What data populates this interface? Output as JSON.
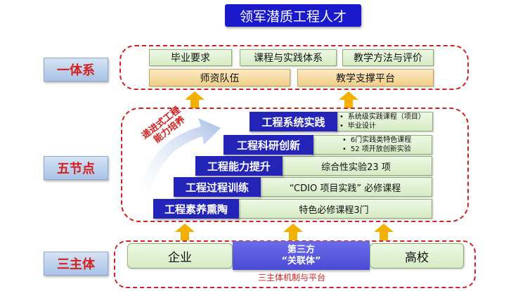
{
  "title": "领军潜质工程人才",
  "tier1": {
    "label": "一体系",
    "row1": [
      "毕业要求",
      "课程与实践体系",
      "教学方法与评价"
    ],
    "row2": [
      "师资队伍",
      "教学支撑平台"
    ]
  },
  "tier2": {
    "label": "五节点",
    "curve_text_line1": "递进式工程",
    "curve_text_line2": "能力培养",
    "steps": [
      {
        "name": "工程素养熏陶",
        "desc": "特色必修课程3门"
      },
      {
        "name": "工程过程训练",
        "desc": "“CDIO 项目实践” 必修课程"
      },
      {
        "name": "工程能力提升",
        "desc": "综合性实验23 项"
      },
      {
        "name": "工程科研创新",
        "desc_items": [
          "6门实践类特色课程",
          "52 项开放创新实验"
        ]
      },
      {
        "name": "工程系统实践",
        "desc_items": [
          "系统级实践课程（项目）",
          "毕业设计"
        ]
      }
    ]
  },
  "tier3": {
    "label": "三主体",
    "left": "企业",
    "middle_line1": "第三方",
    "middle_line2": "“关联体”",
    "right": "高校",
    "caption": "三主体机制与平台"
  },
  "colors": {
    "title_bg": "#1a1acc",
    "dashed_border": "#d42020",
    "label_text": "#d42020",
    "step_bg": "#2424b8",
    "green_box": "#d6ebc4",
    "tan_box": "#f2cf86",
    "arrow": "#f2b000"
  }
}
